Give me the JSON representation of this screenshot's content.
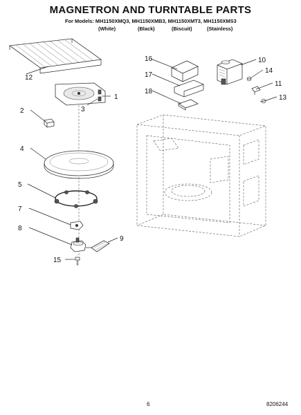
{
  "header": {
    "title": "MAGNETRON AND TURNTABLE PARTS",
    "models_line": "For Models: MH1150XMQ3, MH1150XMB3, MH1150XMT3, MH1150XMS3",
    "variants": [
      "(White)",
      "(Black)",
      "(Biscuit)",
      "(Stainless)"
    ]
  },
  "callouts": [
    "1",
    "2",
    "3",
    "4",
    "5",
    "7",
    "8",
    "9",
    "10",
    "11",
    "12",
    "13",
    "14",
    "15",
    "16",
    "17",
    "18"
  ],
  "footer": {
    "page_number": "6",
    "document_number": "8206244"
  }
}
